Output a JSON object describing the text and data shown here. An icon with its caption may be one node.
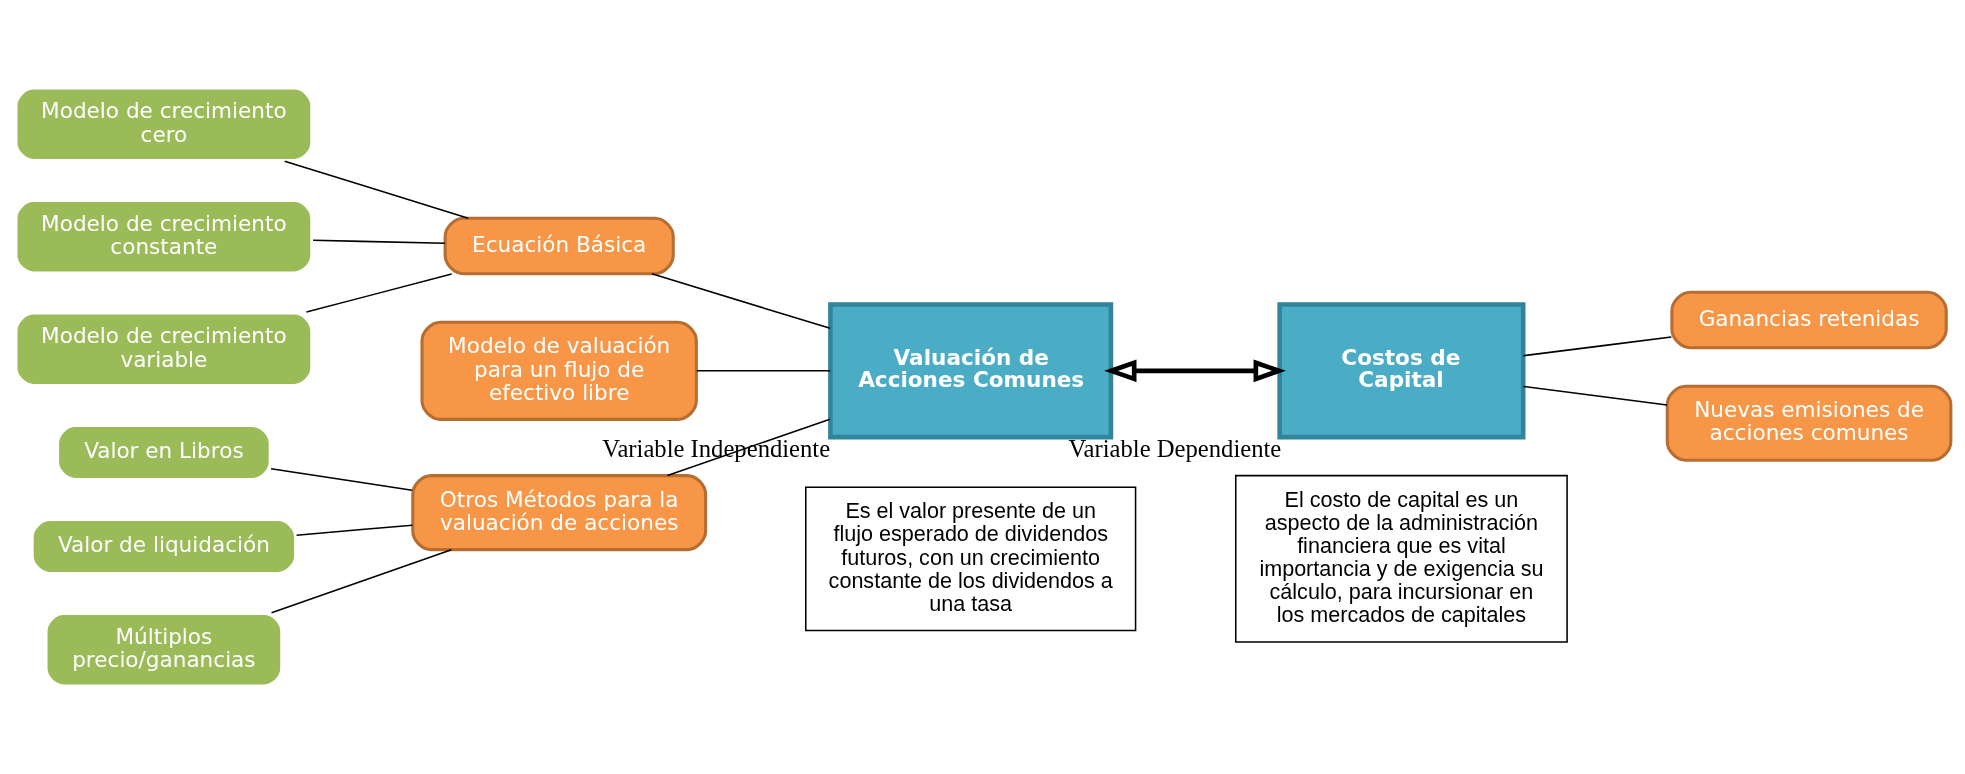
{
  "diagram": {
    "nodes": [
      {
        "text": [
          "Modelo de crecimiento cero"
        ]
      },
      {
        "text": [
          "Ecuación Básica"
        ]
      },
      {
        "text": [
          "Modelo de crecimiento constante"
        ]
      },
      {
        "text": [
          "Modelo de crecimiento variable"
        ]
      },
      {
        "text": [
          "Modelo de valuación para un flujo de efectivo libre"
        ]
      },
      {
        "text": [
          "Valuación de Acciones Comunes"
        ],
        "beside": [
          "Variable Independiente"
        ]
      },
      {
        "text": [
          "Costos de Capital"
        ],
        "beside": [
          "Variable Dependiente"
        ]
      },
      {
        "text": [
          "Ganancias retenidas"
        ]
      },
      {
        "text": [
          "Nuevas emisiones de acciones comunes"
        ]
      },
      {
        "text": [
          "Valor en Libros"
        ]
      },
      {
        "text": [
          "Otros Métodos para la valuación de acciones"
        ]
      },
      {
        "text": [
          "Valor de liquidación"
        ]
      },
      {
        "text": [
          "Múltiplos precio/ganancias"
        ]
      },
      {
        "text": [
          "Es el valor presente de un flujo esperado de dividendos futuros, con un crecimiento constante de los dividendos a una tasa"
        ]
      },
      {
        "text": [
          "El costo de capital es un aspecto de la administración financiera que es vital importancia y de exigencia su cálculo, para incursionar en los mercados de capitales"
        ]
      }
    ],
    "edges": [
      {
        "from": 0,
        "to": 1,
        "arrow": "none"
      },
      {
        "from": 2,
        "to": 1,
        "arrow": "none"
      },
      {
        "from": 3,
        "to": 1,
        "arrow": "none"
      },
      {
        "from": 1,
        "to": 5,
        "arrow": "none"
      },
      {
        "from": 4,
        "to": 5,
        "arrow": "none"
      },
      {
        "from": 10,
        "to": 5,
        "arrow": "none"
      },
      {
        "from": 5,
        "to": 6,
        "arrow": "both",
        "style": "thick"
      },
      {
        "from": 6,
        "to": 7,
        "arrow": "none"
      },
      {
        "from": 6,
        "to": 8,
        "arrow": "none"
      },
      {
        "from": 9,
        "to": 10,
        "arrow": "none"
      },
      {
        "from": 11,
        "to": 10,
        "arrow": "none"
      },
      {
        "from": 12,
        "to": 10,
        "arrow": "none"
      }
    ]
  }
}
